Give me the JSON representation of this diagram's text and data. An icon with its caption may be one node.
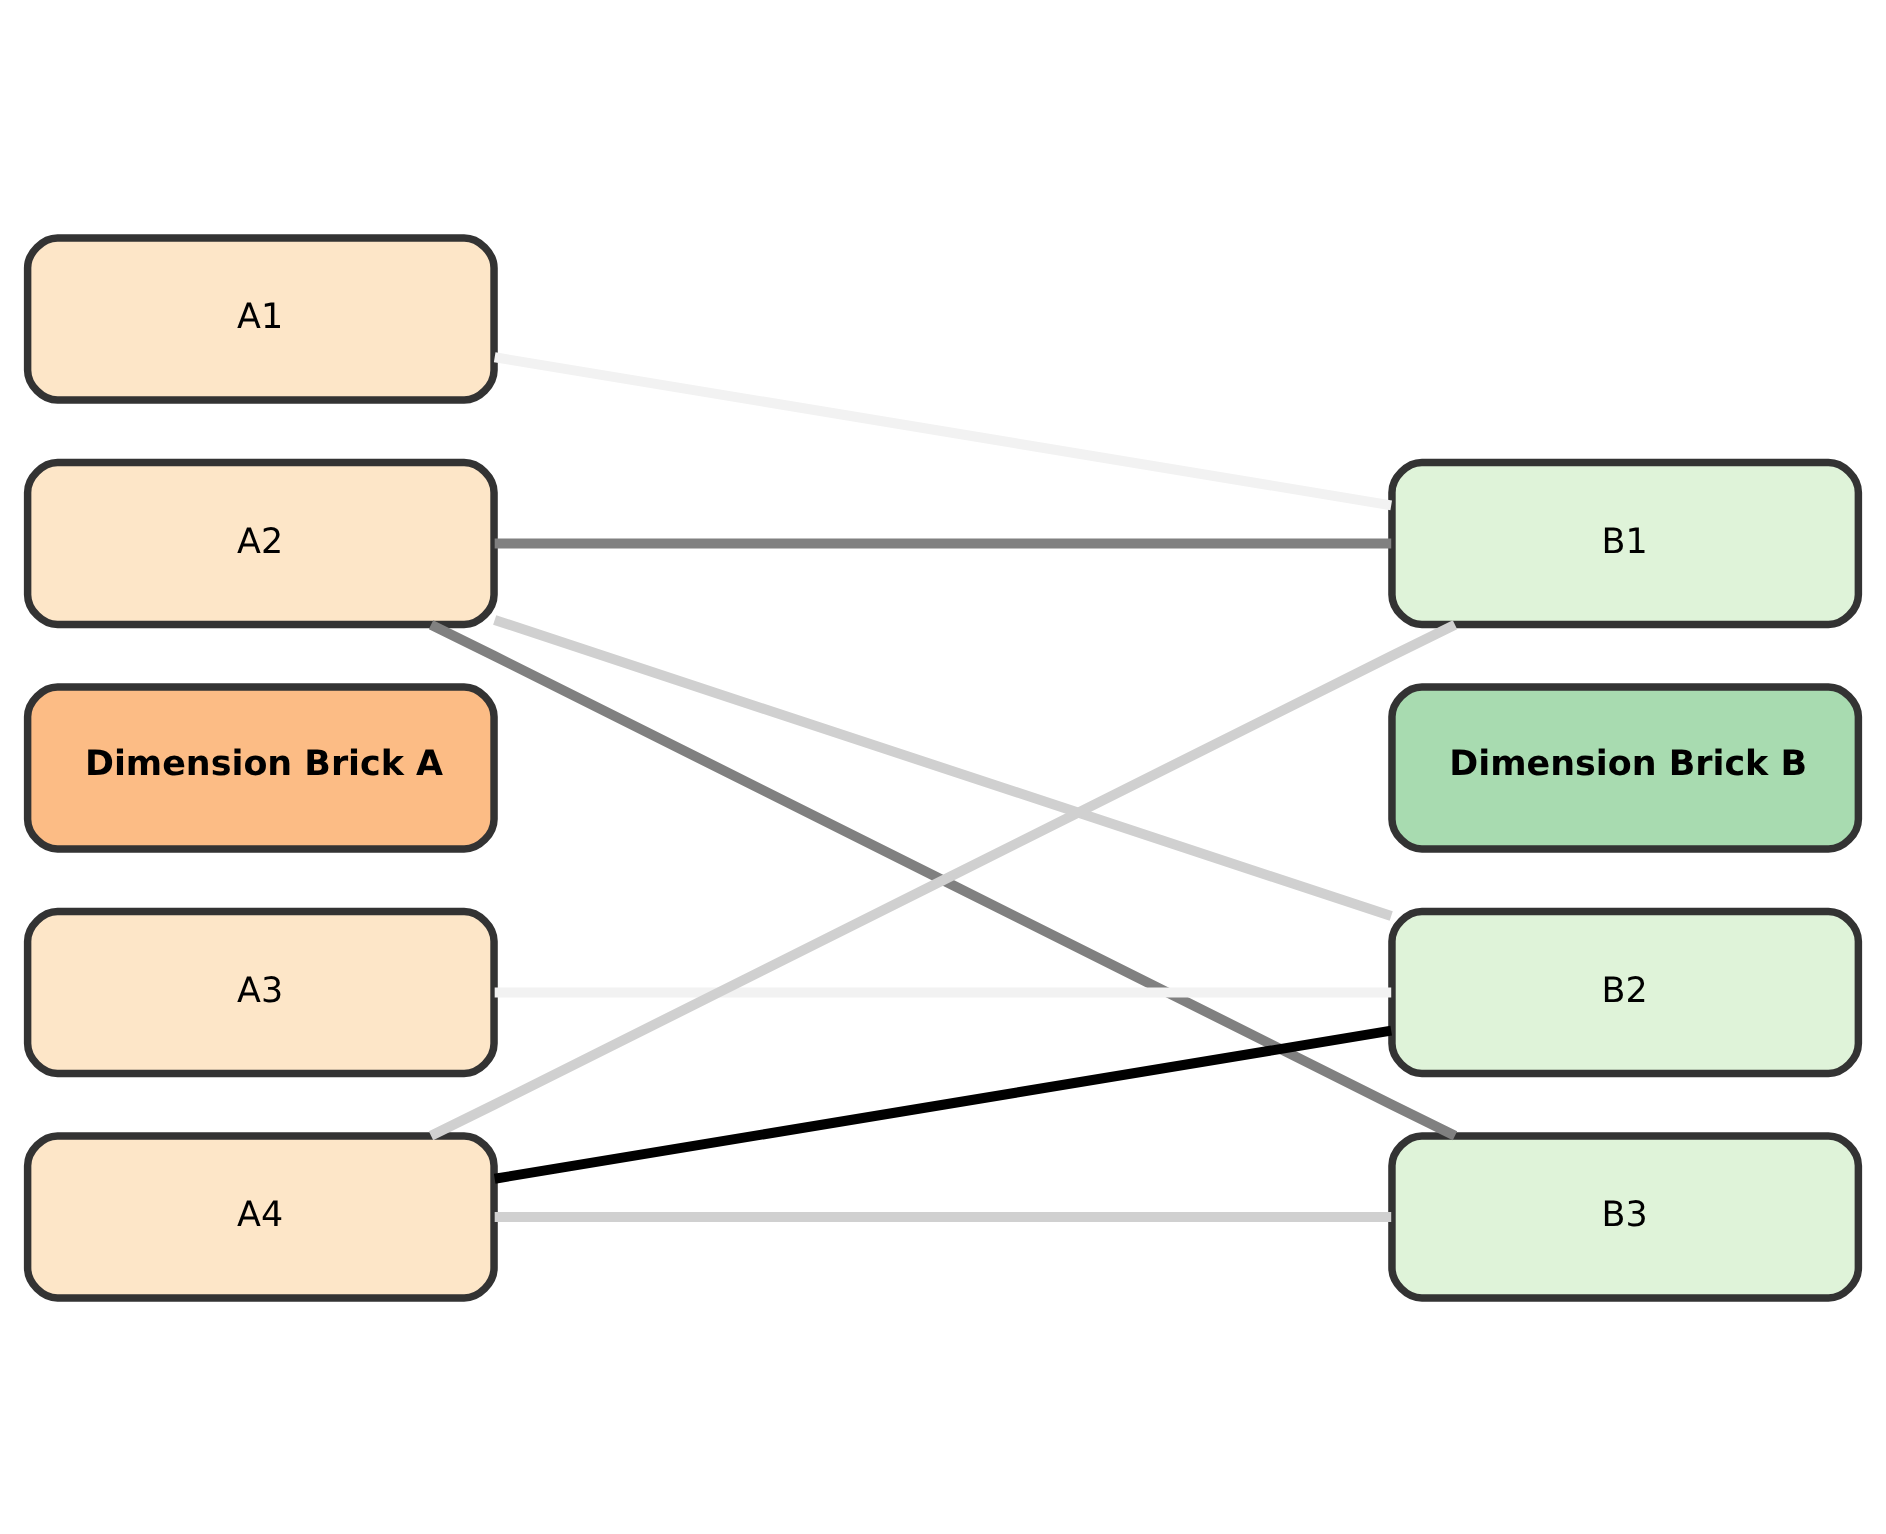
{
  "diagram": {
    "nodes": [
      {
        "text": [
          "A1"
        ]
      },
      {
        "text": [
          "A2"
        ]
      },
      {
        "text": [
          "Dimension Brick A"
        ]
      },
      {
        "text": [
          "A3"
        ]
      },
      {
        "text": [
          "A4"
        ]
      },
      {
        "text": [
          "B1"
        ]
      },
      {
        "text": [
          "Dimension Brick B"
        ]
      },
      {
        "text": [
          "B2"
        ]
      },
      {
        "text": [
          "B3"
        ]
      }
    ],
    "edges": [
      {
        "from": 0,
        "to": 5,
        "arrow": "none",
        "color": "#f2f2f2"
      },
      {
        "from": 1,
        "to": 5,
        "arrow": "none",
        "color": "#808080"
      },
      {
        "from": 1,
        "to": 7,
        "arrow": "none",
        "color": "#d0d0d0"
      },
      {
        "from": 1,
        "to": 8,
        "arrow": "none",
        "color": "#808080"
      },
      {
        "from": 3,
        "to": 7,
        "arrow": "none",
        "color": "#f2f2f2"
      },
      {
        "from": 4,
        "to": 5,
        "arrow": "none",
        "color": "#d0d0d0"
      },
      {
        "from": 4,
        "to": 7,
        "arrow": "none",
        "color": "#000000"
      },
      {
        "from": 4,
        "to": 8,
        "arrow": "none",
        "color": "#d0d0d0"
      }
    ]
  }
}
